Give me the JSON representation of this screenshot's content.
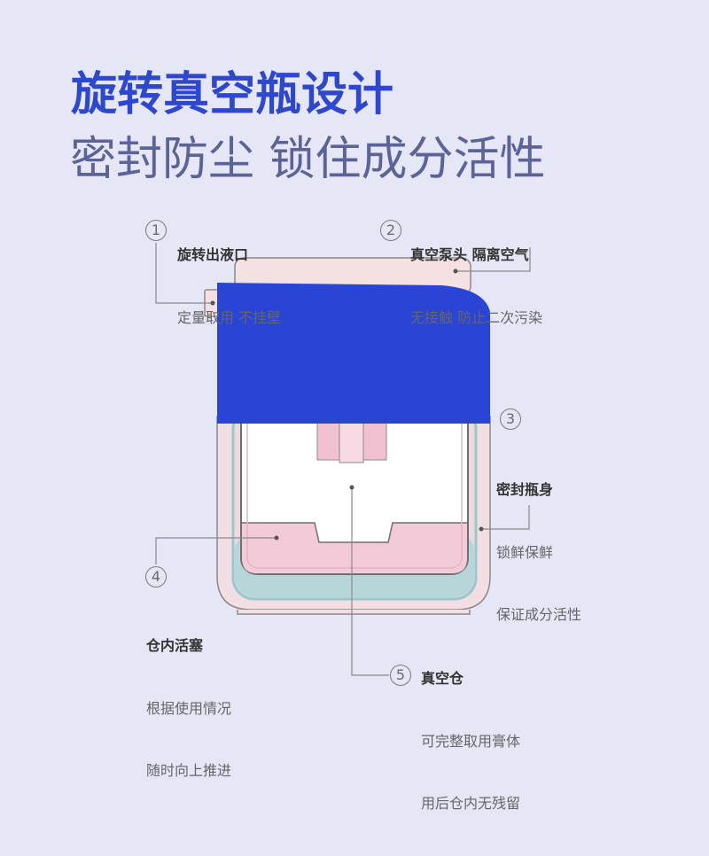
{
  "header": {
    "title": "旋转真空瓶设计",
    "subtitle": "密封防尘 锁住成分活性"
  },
  "callouts": [
    {
      "number": "1",
      "title": "旋转出液口",
      "lines": [
        "定量取用 不挂壁"
      ]
    },
    {
      "number": "2",
      "title": "真空泵头 隔离空气",
      "lines": [
        "无接触 防止二次污染"
      ]
    },
    {
      "number": "3",
      "title": "密封瓶身",
      "lines": [
        "锁鲜保鲜",
        "保证成分活性"
      ]
    },
    {
      "number": "4",
      "title": "仓内活塞",
      "lines": [
        "根据使用情况",
        "随时向上推进"
      ]
    },
    {
      "number": "5",
      "title": "真空仓",
      "lines": [
        "可完整取用膏体",
        "用后仓内无残留"
      ]
    }
  ],
  "colors": {
    "background": "#e5e7f7",
    "title": "#2e47cf",
    "subtitle": "#5b6398",
    "band": "#2a44d6",
    "text": "#333333",
    "subtext": "#666666"
  }
}
